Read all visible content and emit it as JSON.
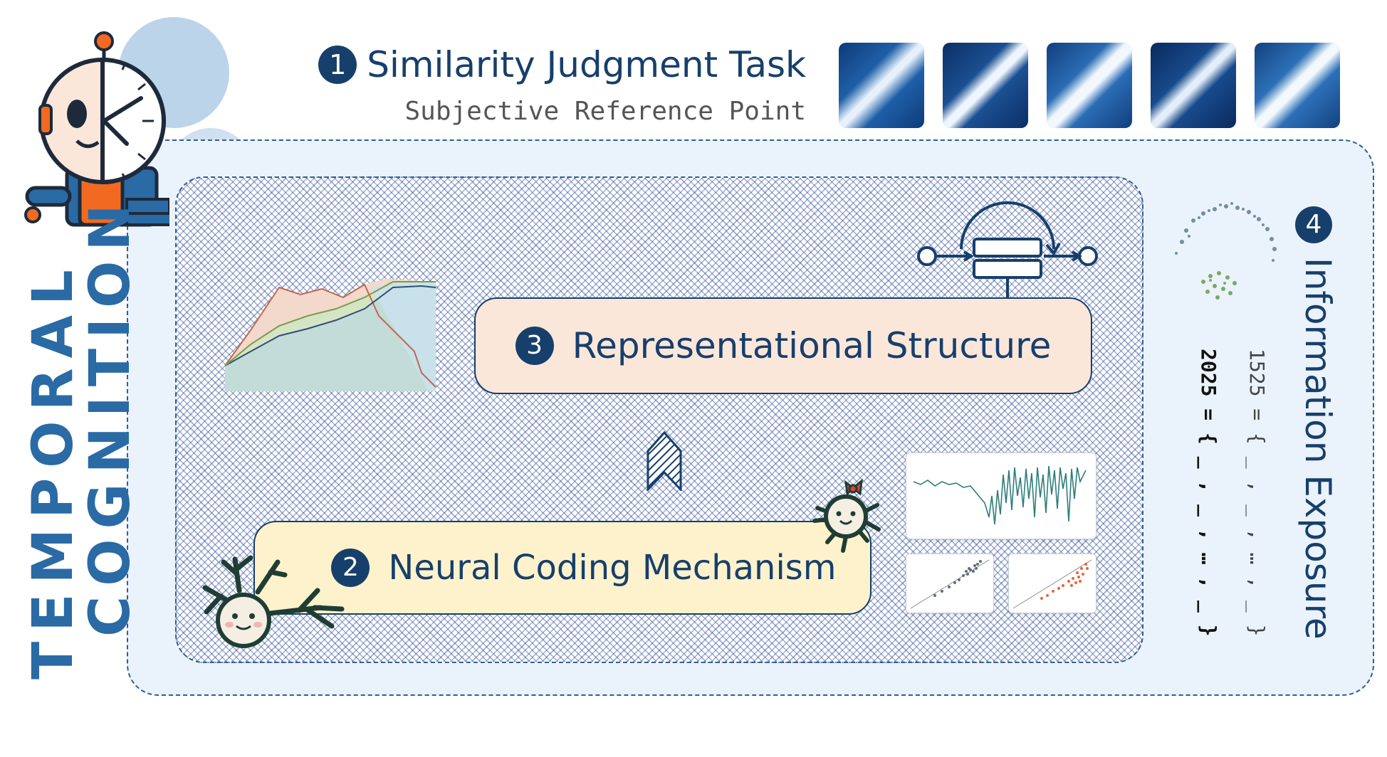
{
  "side_title": {
    "line1": "TEMPORAL",
    "line2": "COGNITION"
  },
  "step1": {
    "number": "1",
    "title": "Similarity Judgment Task",
    "subtitle": "Subjective Reference Point"
  },
  "step2": {
    "number": "2",
    "title": "Neural Coding Mechanism"
  },
  "step3": {
    "number": "3",
    "title": "Representational Structure"
  },
  "step4": {
    "number": "4",
    "title": "Information Exposure"
  },
  "year_codes": [
    {
      "year": "1525",
      "text": "1525 = { _ , _ , … , _ }"
    },
    {
      "year": "2025",
      "text": "2025 = { _ , _ , … , _ }"
    }
  ],
  "colors": {
    "navy": "#173f6b",
    "accent_blue": "#2a6aa5",
    "panel_bg": "#eaf2fb",
    "rep_box": "#fbe6da",
    "neural_box": "#fdf2cc",
    "robot_orange": "#f26a21"
  },
  "icons": [
    "robot-clock-icon",
    "neuron-icon",
    "flower-neuron-icon",
    "memory-loop-icon",
    "up-chevron-icon"
  ]
}
